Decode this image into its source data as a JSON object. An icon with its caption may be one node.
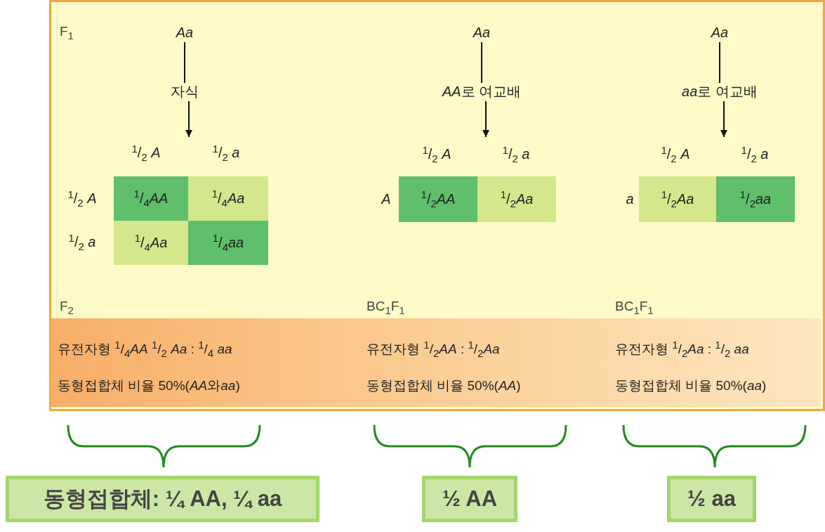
{
  "diagram": {
    "nodes": [
      {
        "text": [
          "Aa"
        ]
      },
      {
        "text": [
          "자식"
        ]
      },
      {
        "text": [
          "$^{1}$/$_{2}$ A",
          "$^{1}$/$_{2}$ a",
          "$^{1}$/$_{2}$ A",
          "$^{1}$/$_{2}$ a"
        ]
      },
      {
        "text": [
          "$^{1}$/$_{4}$AA"
        ],
        "in": 2
      },
      {
        "text": [
          "$^{1}$/$_{4}$Aa"
        ],
        "in": 2
      },
      {
        "text": [
          "$^{1}$/$_{4}$Aa"
        ],
        "in": 2
      },
      {
        "text": [
          "$^{1}$/$_{4}$aa"
        ],
        "in": 2
      },
      {
        "text": [
          "Aa"
        ]
      },
      {
        "text": [
          "AA로 여교배"
        ]
      },
      {
        "text": [
          "$^{1}$/$_{2}$ A",
          "$^{1}$/$_{2}$ a",
          "A"
        ]
      },
      {
        "text": [
          "$^{1}$/$_{2}$AA"
        ],
        "in": 9
      },
      {
        "text": [
          "$^{1}$/$_{2}$Aa"
        ],
        "in": 9
      },
      {
        "text": [
          "Aa"
        ]
      },
      {
        "text": [
          "aa로 여교배"
        ]
      },
      {
        "text": [
          "$^{1}$/$_{2}$ A",
          "$^{1}$/$_{2}$ a",
          "a"
        ]
      },
      {
        "text": [
          "$^{1}$/$_{2}$Aa"
        ],
        "in": 14
      },
      {
        "text": [
          "$^{1}$/$_{2}$aa"
        ],
        "in": 14
      },
      {
        "text": [
          "유전자형 $^{1}$/$_{4}$AA $^{1}$/$_{2}$ Aa : $^{1}$/$_{4}$ aa",
          "동형접합체 비율 50%(AA와aa)",
          "유전자형 $^{1}$/$_{2}$AA : $^{1}$/$_{2}$Aa",
          "동형접합체 비율 50%(AA)",
          "유전자형 $^{1}$/$_{2}$Aa : $^{1}$/$_{2}$ aa",
          "동형접합체 비율 50%(aa)"
        ]
      },
      {
        "text": [
          "동형접합체: ¼ AA, ¼ aa"
        ]
      },
      {
        "text": [
          "½ AA"
        ]
      },
      {
        "text": [
          "½ aa"
        ]
      }
    ],
    "edges": [
      {
        "from": 0,
        "to": 1,
        "arrow": "none"
      },
      {
        "from": 1,
        "to": 2,
        "arrow": "to"
      },
      {
        "from": 7,
        "to": 8,
        "arrow": "none"
      },
      {
        "from": 8,
        "to": 9,
        "arrow": "to"
      },
      {
        "from": 12,
        "to": 13,
        "arrow": "none"
      },
      {
        "from": 13,
        "to": 14,
        "arrow": "to"
      }
    ],
    "labels": [
      "F$_{1}$",
      "F$_{2}$",
      "BC$_{1}$F$_{1}$",
      "BC$_{1}$F$_{1}$"
    ]
  }
}
